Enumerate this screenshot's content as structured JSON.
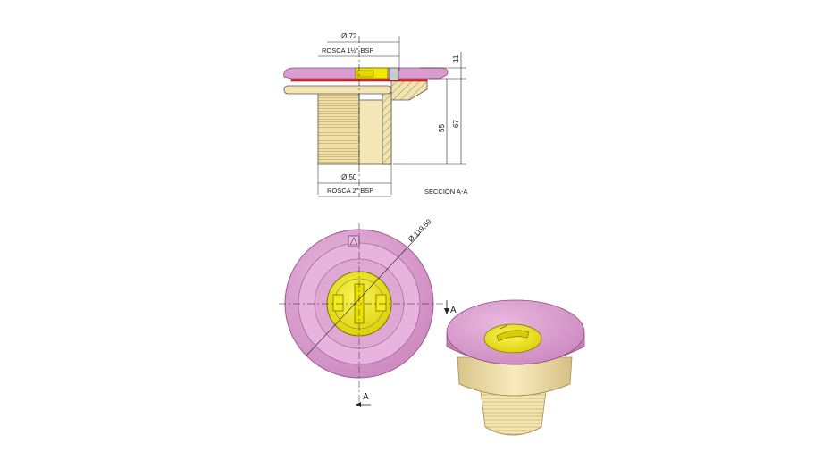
{
  "drawing": {
    "labels": {
      "flange_diameter": "Ø 72",
      "upper_thread": "ROSCA 1½\" BSP",
      "lower_diameter": "Ø 50",
      "lower_thread": "ROSCA 2\" BSP",
      "section_title": "SECCIÓN A-A",
      "dim_top": "11",
      "dim_inner_height": "55",
      "dim_total_height": "67",
      "plan_diameter": "Ø 119,50",
      "cut_marker_right": "A",
      "cut_marker_bottom": "A"
    },
    "colors": {
      "body": "#f2e4b0",
      "body_dark": "#d8c68c",
      "flange": "#d99ccf",
      "flange_dark": "#b874aa",
      "cap": "#f1e800",
      "cap_dark": "#c9bd00",
      "gasket": "#e0202a",
      "line": "#222222"
    },
    "icons": [
      "logo-mark-icon"
    ]
  }
}
